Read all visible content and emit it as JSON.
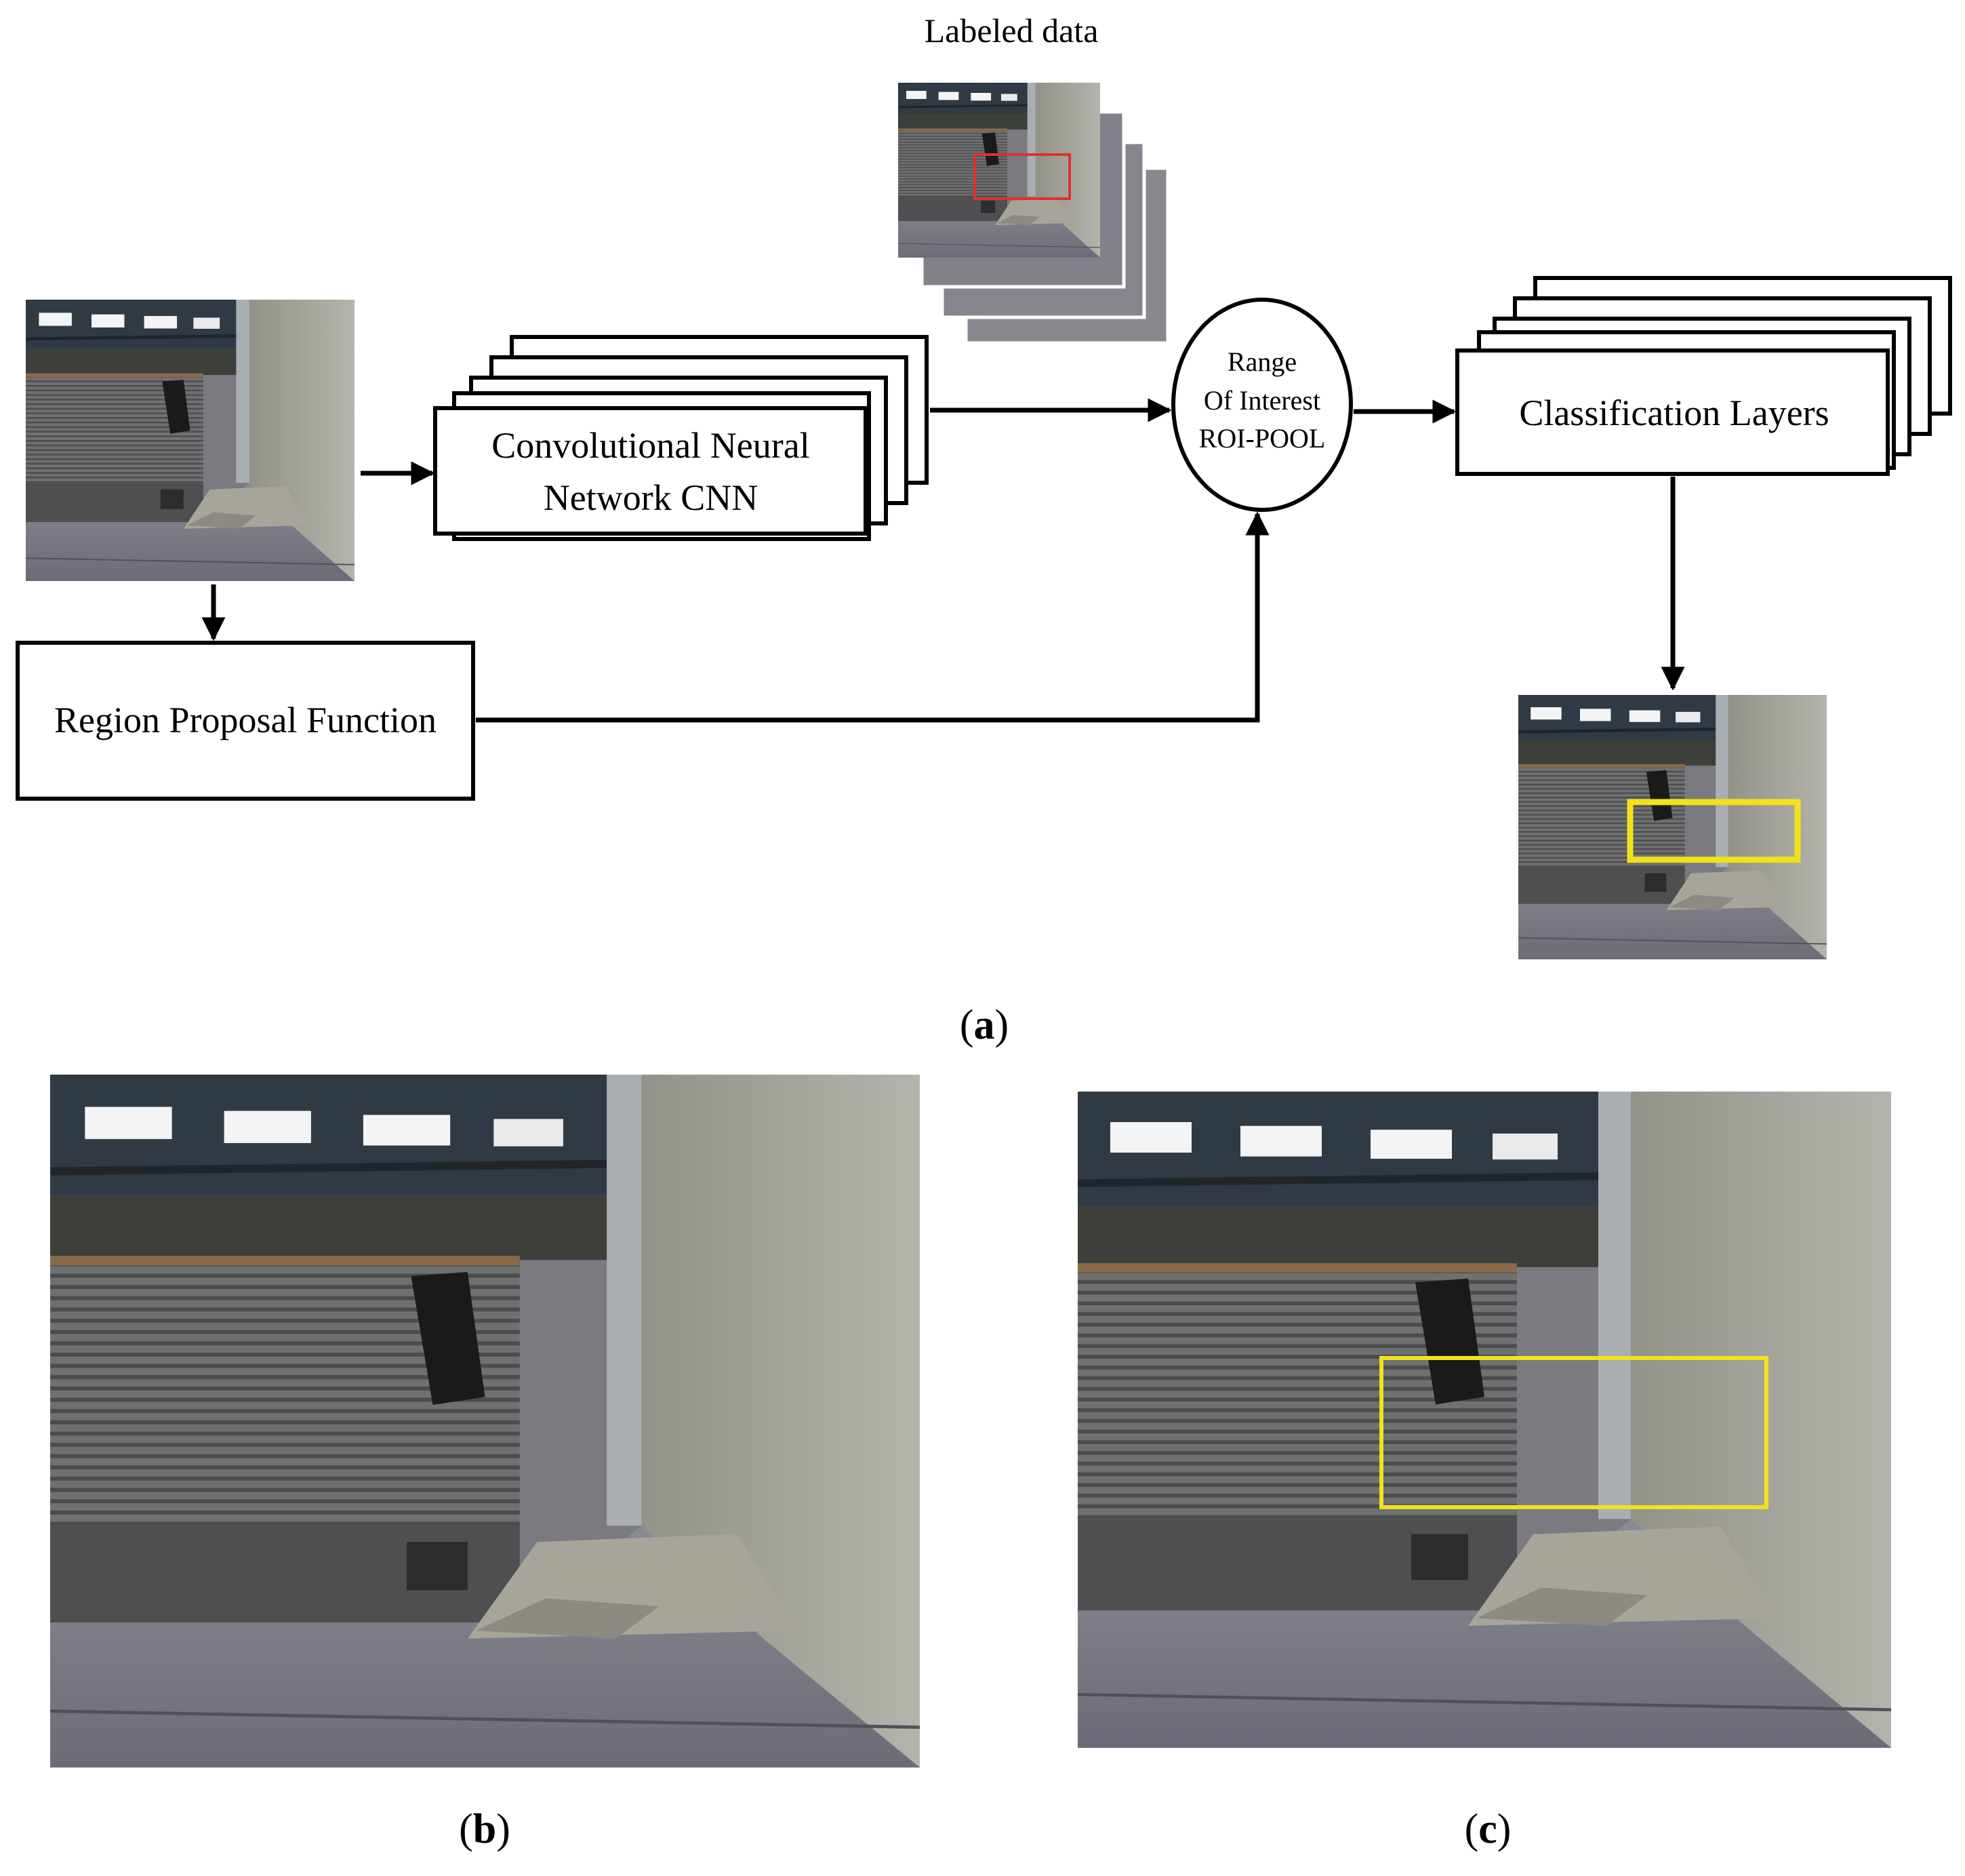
{
  "diagram": {
    "labeled_data_title": "Labeled data",
    "cnn_label_line1": "Convolutional Neural",
    "cnn_label_line2": "Network CNN",
    "region_proposal_label": "Region Proposal Function",
    "roi_label_line1": "Range",
    "roi_label_line2": "Of Interest",
    "roi_label_line3": "ROI-POOL",
    "classification_label": "Classification Layers"
  },
  "captions": {
    "a": "a",
    "b": "b",
    "c": "c"
  },
  "colors": {
    "labeled_box": "#e03030",
    "detection_box": "#f2e21a",
    "stroke": "#000000"
  }
}
